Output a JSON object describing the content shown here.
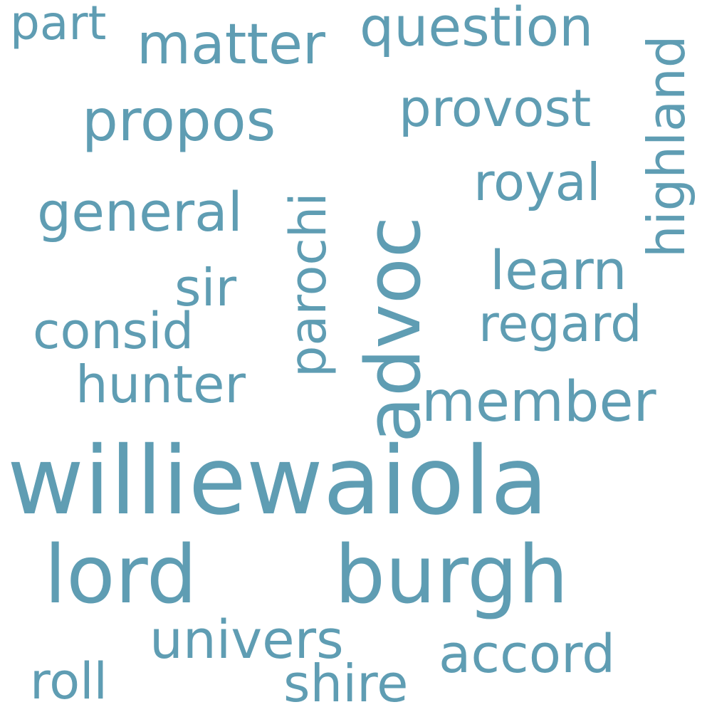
{
  "word_cloud": {
    "color": "#5f9db3",
    "background": "#ffffff",
    "words": [
      {
        "text": "williewaiola",
        "orientation": "horizontal"
      },
      {
        "text": "lord",
        "orientation": "horizontal"
      },
      {
        "text": "burgh",
        "orientation": "horizontal"
      },
      {
        "text": "advoc",
        "orientation": "vertical"
      },
      {
        "text": "propos",
        "orientation": "horizontal"
      },
      {
        "text": "matter",
        "orientation": "horizontal"
      },
      {
        "text": "question",
        "orientation": "horizontal"
      },
      {
        "text": "member",
        "orientation": "horizontal"
      },
      {
        "text": "general",
        "orientation": "horizontal"
      },
      {
        "text": "provost",
        "orientation": "horizontal"
      },
      {
        "text": "royal",
        "orientation": "horizontal"
      },
      {
        "text": "learn",
        "orientation": "horizontal"
      },
      {
        "text": "highland",
        "orientation": "vertical"
      },
      {
        "text": "regard",
        "orientation": "horizontal"
      },
      {
        "text": "univers",
        "orientation": "horizontal"
      },
      {
        "text": "accord",
        "orientation": "horizontal"
      },
      {
        "text": "parochi",
        "orientation": "vertical"
      },
      {
        "text": "hunter",
        "orientation": "horizontal"
      },
      {
        "text": "consid",
        "orientation": "horizontal"
      },
      {
        "text": "sir",
        "orientation": "horizontal"
      },
      {
        "text": "part",
        "orientation": "horizontal"
      },
      {
        "text": "shire",
        "orientation": "horizontal"
      },
      {
        "text": "roll",
        "orientation": "horizontal"
      }
    ]
  }
}
